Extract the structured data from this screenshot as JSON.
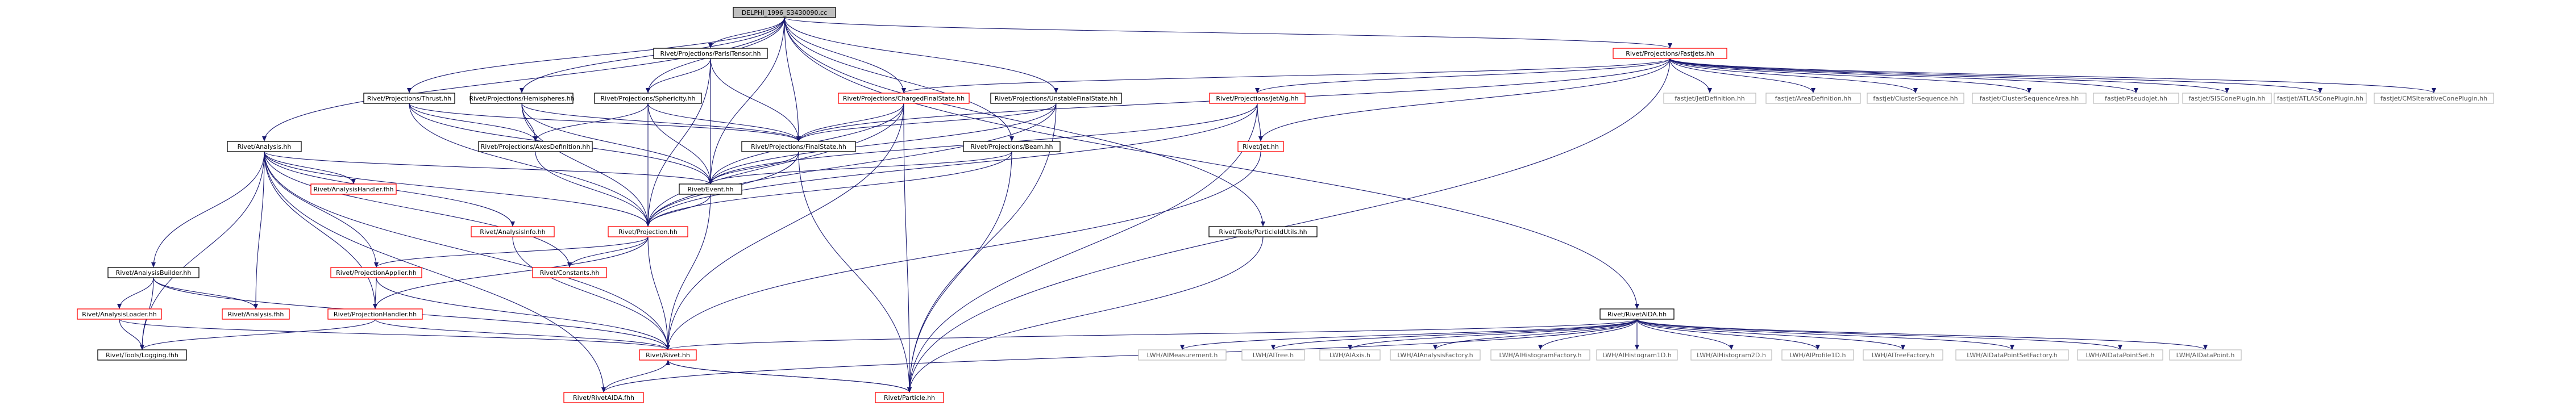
{
  "colors": {
    "root_fill": "#bfbfbf",
    "node_fill": "#ffffff",
    "black_border": "#000000",
    "red_border": "#ff0000",
    "grey_border": "#bfbfbf",
    "grey_text": "#555555",
    "edge": "#191970"
  },
  "nodes": {
    "root": "DELPHI_1996_S3430090.cc",
    "partonic": "Rivet/Projections/ParisiTensor.hh",
    "fastjets": "Rivet/Projections/FastJets.hh",
    "sphericity": "Rivet/Projections/Sphericity.hh",
    "thrust": "Rivet/Projections/Thrust.hh",
    "hemispheres": "Rivet/Projections/Hemispheres.hh",
    "chargedfs": "Rivet/Projections/ChargedFinalState.hh",
    "unstablefs": "Rivet/Projections/UnstableFinalState.hh",
    "jetalg": "Rivet/Projections/JetAlg.hh",
    "axesdef": "Rivet/Projections/AxesDefinition.hh",
    "finalstate": "Rivet/Projections/FinalState.hh",
    "beam": "Rivet/Projections/Beam.hh",
    "analysis": "Rivet/Analysis.hh",
    "analysishandler": "Rivet/AnalysisHandler.fhh",
    "event": "Rivet/Event.hh",
    "jet": "Rivet/Jet.hh",
    "analysisinfo": "Rivet/AnalysisInfo.hh",
    "projection": "Rivet/Projection.hh",
    "constants": "Rivet/Constants.hh",
    "particleidutils": "Rivet/Tools/ParticleIdUtils.hh",
    "analysisbuilder": "Rivet/AnalysisBuilder.hh",
    "projectionapplier": "Rivet/ProjectionApplier.hh",
    "analysisloader": "Rivet/AnalysisLoader.hh",
    "analysisfhh": "Rivet/Analysis.fhh",
    "projectionhandler": "Rivet/ProjectionHandler.hh",
    "logging": "Rivet/Tools/Logging.fhh",
    "rivetaida": "Rivet/RivetAIDA.hh",
    "rivet": "Rivet/Rivet.hh",
    "rivetaidafhh": "Rivet/RivetAIDA.fhh",
    "particle": "Rivet/Particle.hh",
    "fj_jetdef": "fastjet/JetDefinition.hh",
    "fj_areadef": "fastjet/AreaDefinition.hh",
    "fj_clusterseq": "fastjet/ClusterSequence.hh",
    "fj_clusterseqarea": "fastjet/ClusterSequenceArea.hh",
    "fj_pseudojet": "fastjet/PseudoJet.hh",
    "fj_siscone": "fastjet/SISConePlugin.hh",
    "fj_atlas": "fastjet/ATLASConePlugin.hh",
    "fj_cms": "fastjet/CMSIterativeConePlugin.hh",
    "lwh_measurement": "LWH/AIMeasurement.h",
    "lwh_tree": "LWH/AITree.h",
    "lwh_axis": "LWH/AIAxis.h",
    "lwh_analysisfactory": "LWH/AIAnalysisFactory.h",
    "lwh_histfactory": "LWH/AIHistogramFactory.h",
    "lwh_hist1d": "LWH/AIHistogram1D.h",
    "lwh_hist2d": "LWH/AIHistogram2D.h",
    "lwh_profile1d": "LWH/AIProfile1D.h",
    "lwh_treefactory": "LWH/AITreeFactory.h",
    "lwh_dpsfactory": "LWH/AIDataPointSetFactory.h",
    "lwh_dps": "LWH/AIDataPointSet.h",
    "lwh_dp": "LWH/AIDataPoint.h"
  }
}
